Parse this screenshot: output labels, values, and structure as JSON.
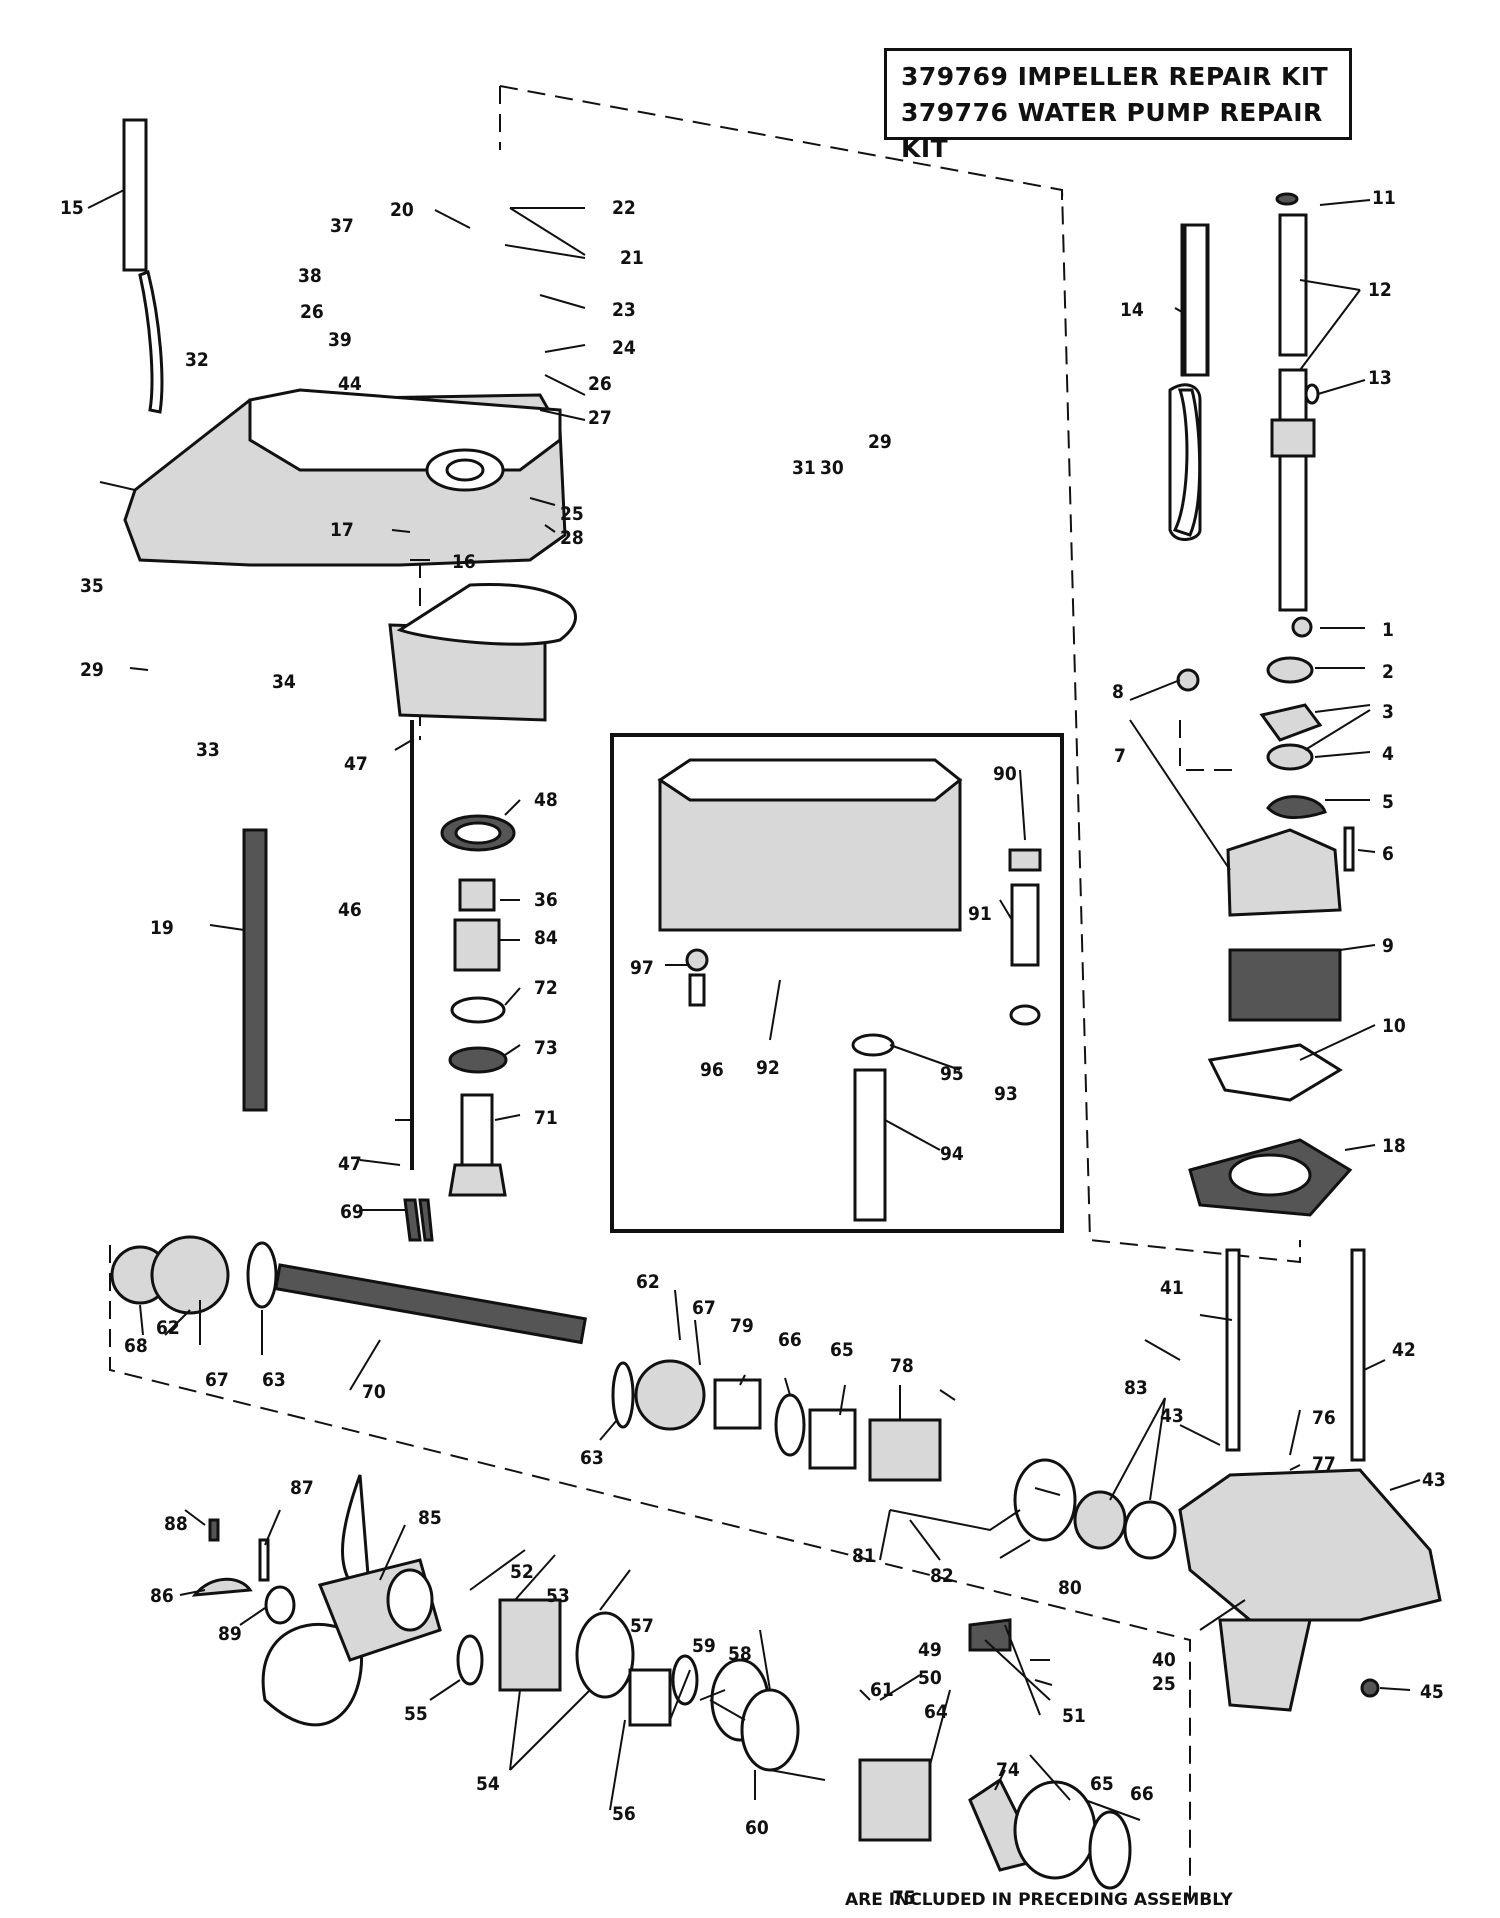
{
  "kit_box": {
    "line1": "379769 IMPELLER REPAIR KIT",
    "line2": "379776 WATER PUMP REPAIR KIT"
  },
  "footer_note": "ARE INCLUDED IN PRECEDING ASSEMBLY",
  "callouts": [
    {
      "id": "c1",
      "text": "1"
    },
    {
      "id": "c2",
      "text": "2"
    },
    {
      "id": "c3",
      "text": "3"
    },
    {
      "id": "c4",
      "text": "4"
    },
    {
      "id": "c5",
      "text": "5"
    },
    {
      "id": "c6",
      "text": "6"
    },
    {
      "id": "c7",
      "text": "7"
    },
    {
      "id": "c8",
      "text": "8"
    },
    {
      "id": "c9",
      "text": "9"
    },
    {
      "id": "c10",
      "text": "10"
    },
    {
      "id": "c11",
      "text": "11"
    },
    {
      "id": "c12",
      "text": "12"
    },
    {
      "id": "c13",
      "text": "13"
    },
    {
      "id": "c14",
      "text": "14"
    },
    {
      "id": "c15",
      "text": "15"
    },
    {
      "id": "c16",
      "text": "16"
    },
    {
      "id": "c17",
      "text": "17"
    },
    {
      "id": "c18",
      "text": "18"
    },
    {
      "id": "c19",
      "text": "19"
    },
    {
      "id": "c20",
      "text": "20"
    },
    {
      "id": "c21",
      "text": "21"
    },
    {
      "id": "c22",
      "text": "22"
    },
    {
      "id": "c23",
      "text": "23"
    },
    {
      "id": "c24",
      "text": "24"
    },
    {
      "id": "c25a",
      "text": "25"
    },
    {
      "id": "c25b",
      "text": "25"
    },
    {
      "id": "c26a",
      "text": "26"
    },
    {
      "id": "c26b",
      "text": "26"
    },
    {
      "id": "c27",
      "text": "27"
    },
    {
      "id": "c28",
      "text": "28"
    },
    {
      "id": "c29a",
      "text": "29"
    },
    {
      "id": "c29b",
      "text": "29"
    },
    {
      "id": "c30",
      "text": "30"
    },
    {
      "id": "c31",
      "text": "31"
    },
    {
      "id": "c32",
      "text": "32"
    },
    {
      "id": "c33",
      "text": "33"
    },
    {
      "id": "c34",
      "text": "34"
    },
    {
      "id": "c35",
      "text": "35"
    },
    {
      "id": "c36",
      "text": "36"
    },
    {
      "id": "c37",
      "text": "37"
    },
    {
      "id": "c38",
      "text": "38"
    },
    {
      "id": "c39",
      "text": "39"
    },
    {
      "id": "c40",
      "text": "40"
    },
    {
      "id": "c41",
      "text": "41"
    },
    {
      "id": "c42",
      "text": "42"
    },
    {
      "id": "c43a",
      "text": "43"
    },
    {
      "id": "c43b",
      "text": "43"
    },
    {
      "id": "c44",
      "text": "44"
    },
    {
      "id": "c45",
      "text": "45"
    },
    {
      "id": "c46",
      "text": "46"
    },
    {
      "id": "c47a",
      "text": "47"
    },
    {
      "id": "c47b",
      "text": "47"
    },
    {
      "id": "c48",
      "text": "48"
    },
    {
      "id": "c49",
      "text": "49"
    },
    {
      "id": "c50",
      "text": "50"
    },
    {
      "id": "c51",
      "text": "51"
    },
    {
      "id": "c52",
      "text": "52"
    },
    {
      "id": "c53",
      "text": "53"
    },
    {
      "id": "c54",
      "text": "54"
    },
    {
      "id": "c55",
      "text": "55"
    },
    {
      "id": "c56",
      "text": "56"
    },
    {
      "id": "c57",
      "text": "57"
    },
    {
      "id": "c58",
      "text": "58"
    },
    {
      "id": "c59",
      "text": "59"
    },
    {
      "id": "c60",
      "text": "60"
    },
    {
      "id": "c61",
      "text": "61"
    },
    {
      "id": "c62a",
      "text": "62"
    },
    {
      "id": "c62b",
      "text": "62"
    },
    {
      "id": "c63a",
      "text": "63"
    },
    {
      "id": "c63b",
      "text": "63"
    },
    {
      "id": "c64",
      "text": "64"
    },
    {
      "id": "c65a",
      "text": "65"
    },
    {
      "id": "c65b",
      "text": "65"
    },
    {
      "id": "c66a",
      "text": "66"
    },
    {
      "id": "c66b",
      "text": "66"
    },
    {
      "id": "c67a",
      "text": "67"
    },
    {
      "id": "c67b",
      "text": "67"
    },
    {
      "id": "c68",
      "text": "68"
    },
    {
      "id": "c69",
      "text": "69"
    },
    {
      "id": "c70",
      "text": "70"
    },
    {
      "id": "c71",
      "text": "71"
    },
    {
      "id": "c72",
      "text": "72"
    },
    {
      "id": "c73",
      "text": "73"
    },
    {
      "id": "c74",
      "text": "74"
    },
    {
      "id": "c75",
      "text": "75"
    },
    {
      "id": "c76",
      "text": "76"
    },
    {
      "id": "c77",
      "text": "77"
    },
    {
      "id": "c78",
      "text": "78"
    },
    {
      "id": "c79",
      "text": "79"
    },
    {
      "id": "c80",
      "text": "80"
    },
    {
      "id": "c81",
      "text": "81"
    },
    {
      "id": "c82",
      "text": "82"
    },
    {
      "id": "c83",
      "text": "83"
    },
    {
      "id": "c84",
      "text": "84"
    },
    {
      "id": "c85",
      "text": "85"
    },
    {
      "id": "c86",
      "text": "86"
    },
    {
      "id": "c87",
      "text": "87"
    },
    {
      "id": "c88",
      "text": "88"
    },
    {
      "id": "c89",
      "text": "89"
    },
    {
      "id": "c90",
      "text": "90"
    },
    {
      "id": "c91",
      "text": "91"
    },
    {
      "id": "c92",
      "text": "92"
    },
    {
      "id": "c93",
      "text": "93"
    },
    {
      "id": "c94",
      "text": "94"
    },
    {
      "id": "c95",
      "text": "95"
    },
    {
      "id": "c96",
      "text": "96"
    },
    {
      "id": "c97",
      "text": "97"
    }
  ]
}
